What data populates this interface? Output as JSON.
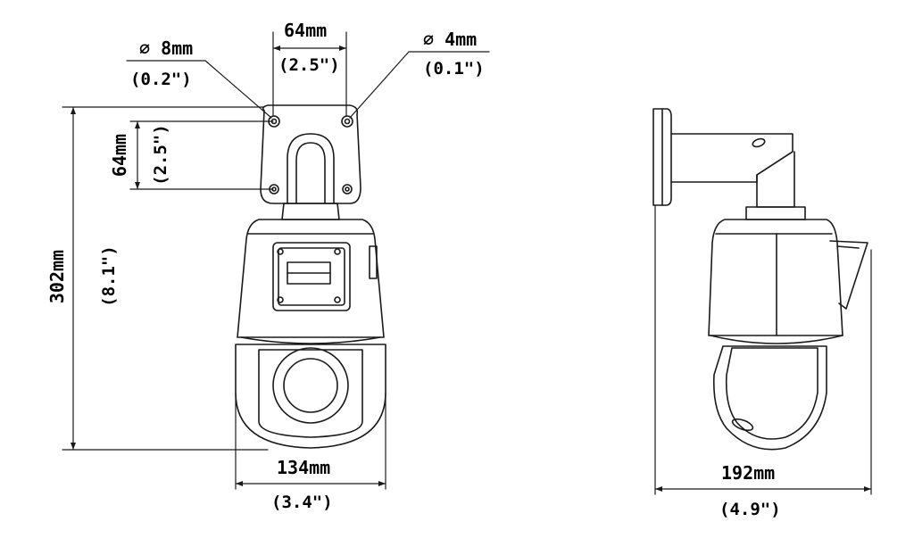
{
  "front_view": {
    "top_left_hole": {
      "dia_symbol": "∅",
      "metric": "8mm",
      "imperial": "(0.2\")"
    },
    "top_spacing": {
      "metric": "64mm",
      "imperial": "(2.5\")"
    },
    "top_right_hole": {
      "dia_symbol": "∅",
      "metric": "4mm",
      "imperial": "(0.1\")"
    },
    "vertical_spacing": {
      "metric": "64mm",
      "imperial": "(2.5\")"
    },
    "height": {
      "metric": "302mm",
      "imperial": "(8.1\")"
    },
    "width": {
      "metric": "134mm",
      "imperial": "(3.4\")"
    }
  },
  "side_view": {
    "depth": {
      "metric": "192mm",
      "imperial": "(4.9\")"
    }
  },
  "colors": {
    "line": "#1a1a1a",
    "background": "#ffffff"
  }
}
